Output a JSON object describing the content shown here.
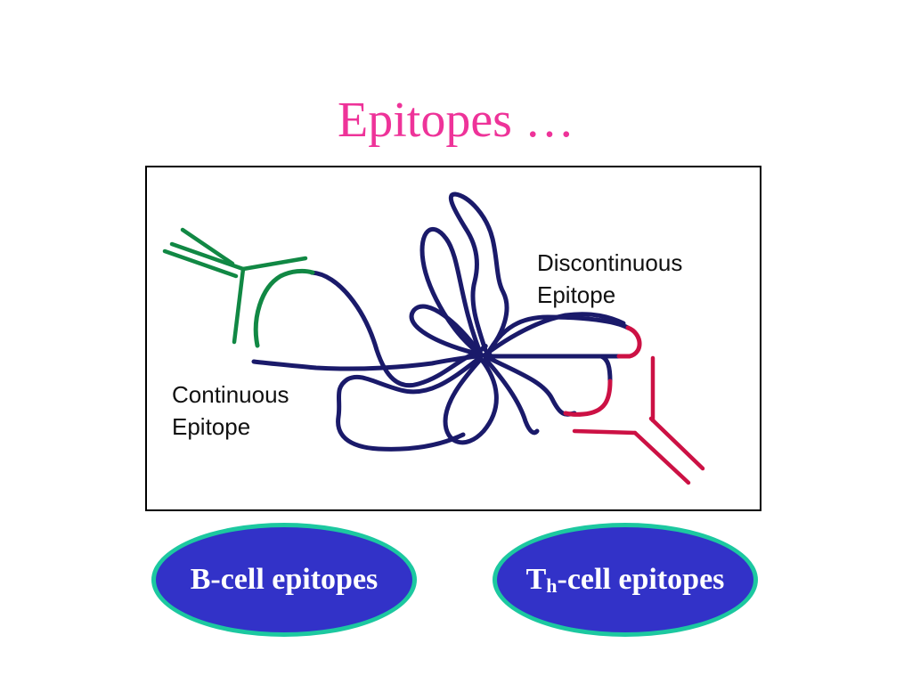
{
  "slide": {
    "title": "Epitopes …"
  },
  "diagram": {
    "label_discontinuous_line1": "Discontinuous",
    "label_discontinuous_line2": "Epitope",
    "label_continuous_line1": "Continuous",
    "label_continuous_line2": "Epitope",
    "colors": {
      "protein_chain": "#1a1a6a",
      "continuous_epitope_antibody": "#118844",
      "discontinuous_epitope_antibody": "#cc1144",
      "title": "#ee3399"
    }
  },
  "ovals": {
    "bcell_label": "B-cell epitopes",
    "thcell_T": "T",
    "thcell_sub": "h",
    "thcell_rest": "-cell epitopes",
    "fill_color": "#3232c8",
    "border_color": "#1cc8a0"
  }
}
